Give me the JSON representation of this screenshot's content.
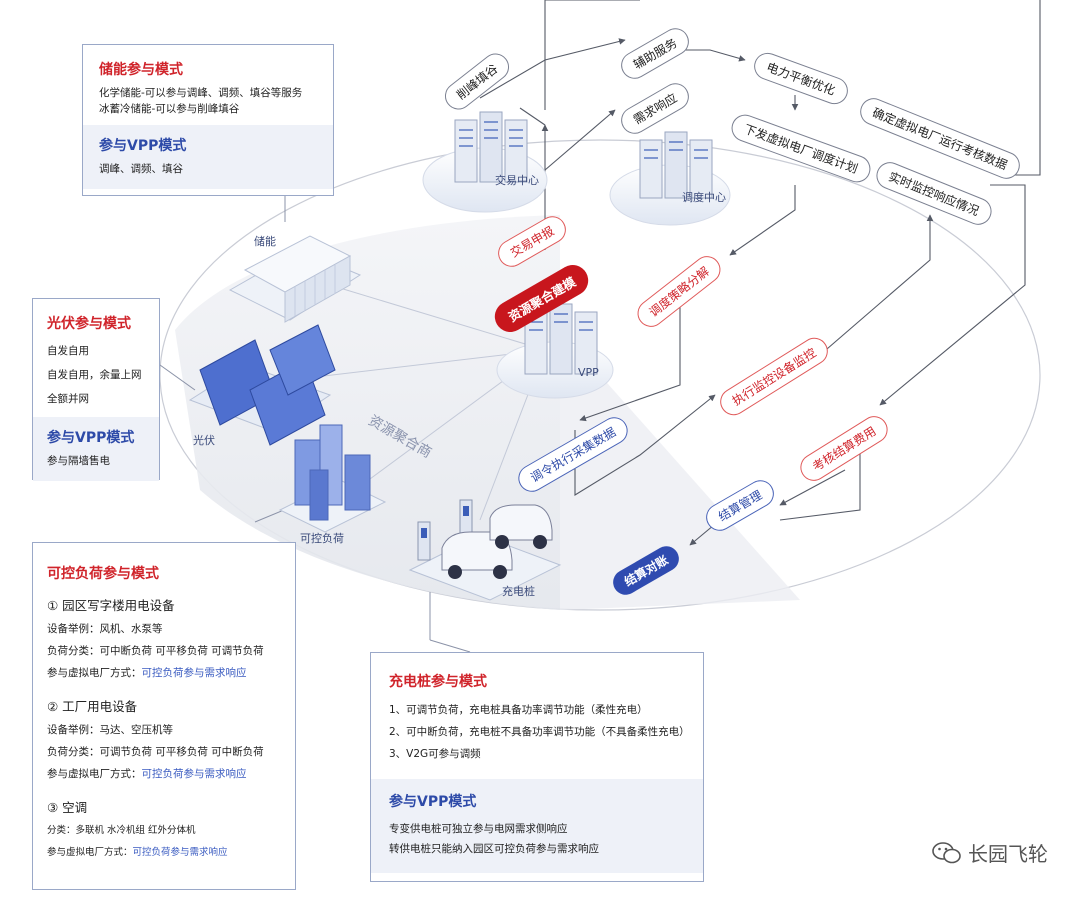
{
  "storage_box": {
    "title": "储能参与模式",
    "lines": [
      "化学储能-可以参与调峰、调频、填谷等服务",
      "冰蓄冷储能-可以参与削峰填谷"
    ],
    "vpp_title": "参与VPP模式",
    "vpp_lines": [
      "调峰、调频、填谷"
    ]
  },
  "pv_box": {
    "title": "光伏参与模式",
    "lines": [
      "自发自用",
      "自发自用，余量上网",
      "全额并网"
    ],
    "vpp_title": "参与VPP模式",
    "vpp_lines": [
      "参与隔墙售电"
    ]
  },
  "load_box": {
    "title": "可控负荷参与模式",
    "sections": [
      {
        "title": "① 园区写字楼用电设备",
        "lines": [
          "设备举例：风机、水泵等",
          "负荷分类：可中断负荷   可平移负荷   可调节负荷"
        ],
        "mode_label": "参与虚拟电厂方式：",
        "mode_value": "可控负荷参与需求响应"
      },
      {
        "title": "② 工厂用电设备",
        "lines": [
          "设备举例：马达、空压机等",
          "负荷分类：可调节负荷   可平移负荷   可中断负荷"
        ],
        "mode_label": "参与虚拟电厂方式：",
        "mode_value": "可控负荷参与需求响应"
      },
      {
        "title": "③ 空调",
        "lines": [
          "分类：多联机   水冷机组   红外分体机"
        ],
        "mode_label": "参与虚拟电厂方式：",
        "mode_value": "可控负荷参与需求响应"
      }
    ]
  },
  "charger_box": {
    "title": "充电桩参与模式",
    "lines": [
      "1、可调节负荷，充电桩具备功率调节功能（柔性充电）",
      "2、可中断负荷，充电桩不具备功率调节功能（不具备柔性充电）",
      "3、V2G可参与调频"
    ],
    "vpp_title": "参与VPP模式",
    "vpp_lines": [
      "专变供电桩可独立参与电网需求侧响应",
      "转供电桩只能纳入园区可控负荷参与需求响应"
    ]
  },
  "nodes": {
    "trade_center": "交易中心",
    "dispatch_center": "调度中心",
    "vpp": "VPP",
    "storage": "储能",
    "pv": "光伏",
    "load": "可控负荷",
    "charger": "充电桩",
    "aggregation_text": "资源聚合商"
  },
  "pills": {
    "peak_shaving": "削峰填谷",
    "aux_service": "辅助服务",
    "demand_response": "需求响应",
    "balance": "电力平衡优化",
    "dispatch_plan": "下发虚拟电厂调度计划",
    "assessment_data": "确定虚拟电厂运行考核数据",
    "realtime_monitor": "实时监控响应情况",
    "trade_report": "交易申报",
    "aggregation_model": "资源聚合建模",
    "strategy": "调度策略分解",
    "execute_monitor": "执行监控设备监控",
    "collect_data": "调令执行采集数据",
    "settlement_fee": "考核结算费用",
    "settlement_mgmt": "结算管理",
    "reconciliation": "结算对账"
  },
  "watermark": "长园飞轮",
  "colors": {
    "red": "#d0242b",
    "blue": "#2d4aa8",
    "gray_line": "#555a66"
  }
}
